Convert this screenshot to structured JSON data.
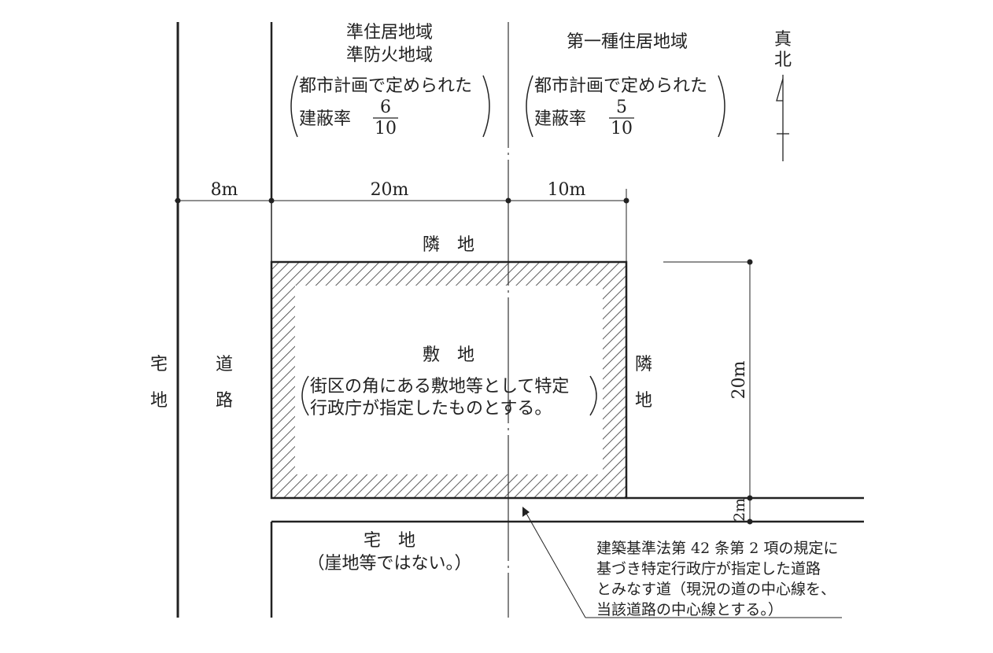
{
  "zones": {
    "left": {
      "line1": "準住居地域",
      "line2": "準防火地域",
      "plan_line1": "都市計画で定められた",
      "ratio_label": "建蔽率",
      "ratio_num": "6",
      "ratio_den": "10"
    },
    "right": {
      "line1": "第一種住居地域",
      "plan_line1": "都市計画で定められた",
      "ratio_label": "建蔽率",
      "ratio_num": "5",
      "ratio_den": "10"
    }
  },
  "north": {
    "line1": "真",
    "line2": "北"
  },
  "dimensions": {
    "road_width": "8m",
    "left_zone_width": "20m",
    "right_zone_width": "10m",
    "site_depth": "20m",
    "narrow_road_width": "2m"
  },
  "labels": {
    "neighbor_top": "隣　地",
    "neighbor_right_1": "隣",
    "neighbor_right_2": "地",
    "site_title": "敷　地",
    "site_note_1": "街区の角にある敷地等として特定",
    "site_note_2": "行政庁が指定したものとする。",
    "left_lot_1": "宅",
    "left_lot_2": "地",
    "road_1": "道",
    "road_2": "路",
    "bottom_lot_1": "宅　地",
    "bottom_lot_2": "（崖地等ではない。）"
  },
  "road_note": {
    "line1": "建築基準法第 42 条第 2 項の規定に",
    "line2": "基づき特定行政庁が指定した道路",
    "line3": "とみなす道（現況の道の中心線を、",
    "line4": "当該道路の中心線とする。）"
  }
}
